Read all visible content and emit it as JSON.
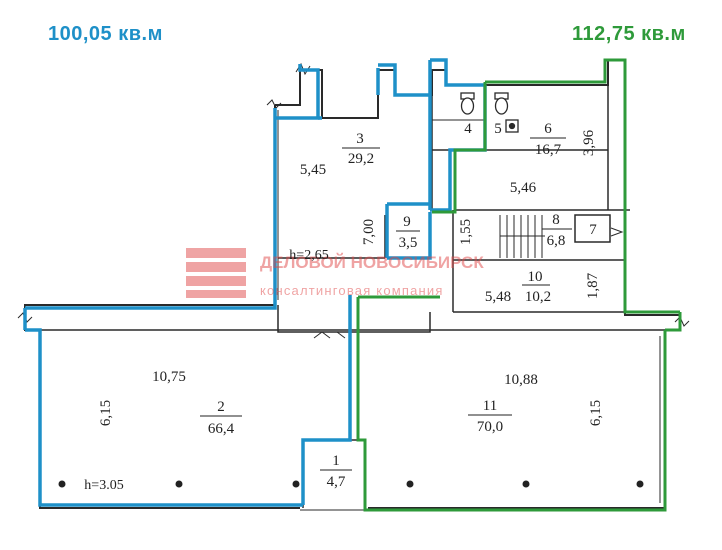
{
  "header": {
    "area_left": "100,05 кв.м",
    "area_right": "112,75 кв.м"
  },
  "colors": {
    "left_zone": "#1e90c8",
    "right_zone": "#2e9a3a",
    "walls": "#2a2a2a",
    "watermark": "#e04a4a"
  },
  "watermark": {
    "line1": "ДЕЛОВОЙ НОВОСИБИРСК",
    "line2": "консалтинговая компания"
  },
  "rooms": {
    "r1": {
      "num": "1",
      "area": "4,7"
    },
    "r2": {
      "num": "2",
      "area": "66,4"
    },
    "r3": {
      "num": "3",
      "area": "29,2"
    },
    "r4": {
      "num": "4"
    },
    "r5": {
      "num": "5"
    },
    "r6": {
      "num": "6",
      "area": "16,7"
    },
    "r7": {
      "num": "7"
    },
    "r8": {
      "num": "8",
      "area": "6,8"
    },
    "r9": {
      "num": "9",
      "area": "3,5"
    },
    "r10": {
      "num": "10",
      "area": "10,2"
    },
    "r11": {
      "num": "11",
      "area": "70,0"
    }
  },
  "dimensions": {
    "d_545": "5,45",
    "d_700": "7,00",
    "d_265": "h=2,65",
    "d_546": "5,46",
    "d_396": "3,96",
    "d_155": "1,55",
    "d_548": "5,48",
    "d_187": "1,87",
    "d_1075": "10,75",
    "d_615_left": "6,15",
    "d_305": "h=3.05",
    "d_1088": "10,88",
    "d_615_right": "6,15"
  }
}
